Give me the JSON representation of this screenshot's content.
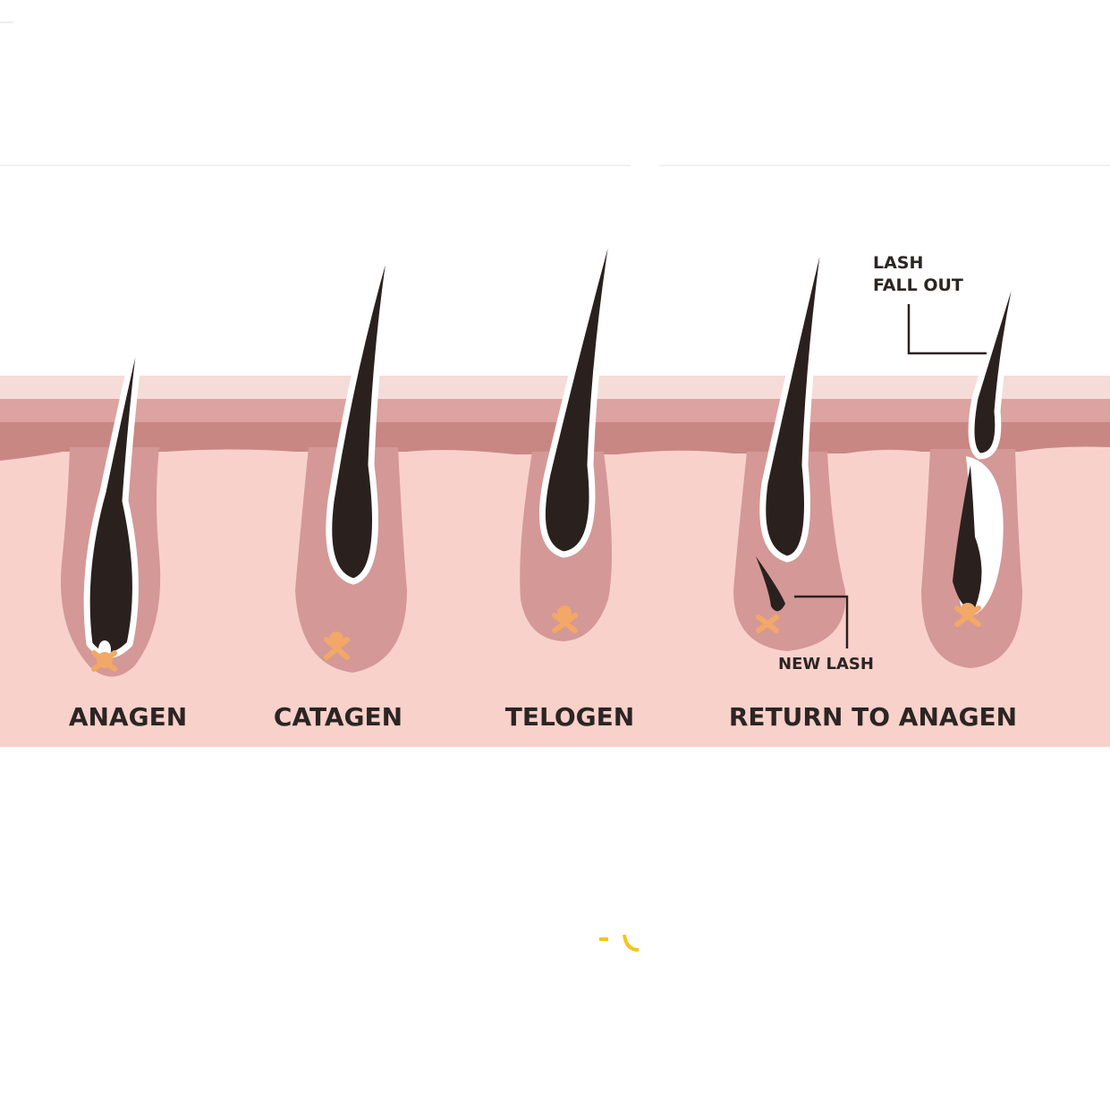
{
  "diagram": {
    "stages": [
      {
        "label": "ANAGEN"
      },
      {
        "label": "CATAGEN"
      },
      {
        "label": "TELOGEN"
      },
      {
        "label": "RETURN TO ANAGEN"
      }
    ],
    "annotations": {
      "new_lash": "NEW LASH",
      "lash_fall_out_line1": "LASH",
      "lash_fall_out_line2": "FALL OUT"
    },
    "colors": {
      "skin": "#f9d1cb",
      "skin_top": "#f6dcd8",
      "dermis_band": "#d89b98",
      "dermis_dark": "#c98784",
      "follicle": "#d49897",
      "hair": "#2a211f",
      "papilla": "#f2a866"
    }
  }
}
